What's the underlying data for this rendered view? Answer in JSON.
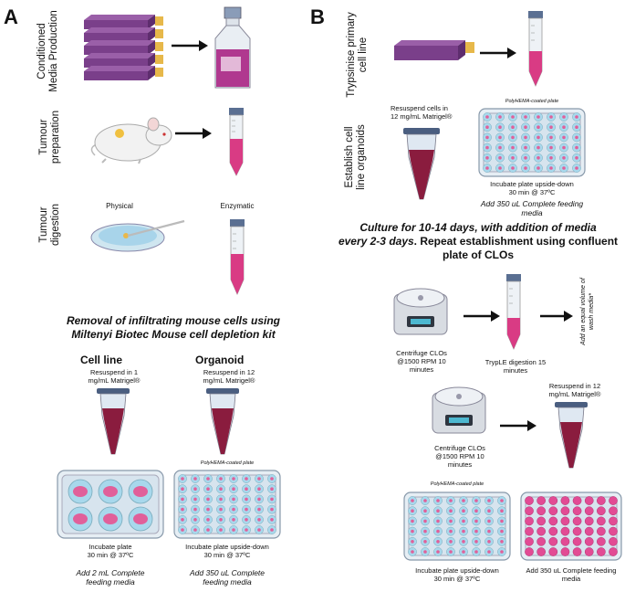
{
  "panelA": {
    "letter": "A",
    "rows": {
      "conditioned": "Conditioned\nMedia Production",
      "tumour_prep": "Tumour\npreparation",
      "tumour_digest": "Tumour\ndigestion"
    },
    "digest_methods": {
      "physical": "Physical",
      "enzymatic": "Enzymatic"
    },
    "removal_title": "Removal of infiltrating mouse cells using\nMiltenyi Biotec Mouse cell depletion kit",
    "cell_line": {
      "heading": "Cell line",
      "resuspend": "Resuspend in 1\nmg/mL Matrigel®",
      "incubate": "Incubate plate\n30 min @ 37ºC",
      "add": "Add 2 mL Complete\nfeeding media"
    },
    "organoid": {
      "heading": "Organoid",
      "resuspend": "Resuspend in 12\nmg/mL Matrigel®",
      "plate_label": "PolyHEMA-coated plate",
      "incubate": "Incubate plate upside-down\n30 min @ 37ºC",
      "add": "Add 350 uL Complete\nfeeding media"
    }
  },
  "panelB": {
    "letter": "B",
    "rows": {
      "trypsinise": "Trypsinise primary\ncell line",
      "establish": "Establish cell\nline organoids"
    },
    "resuspend": "Resuspend cells in\n12 mg/mL Matrigel®",
    "plate_label": "PolyHEMA-coated plate",
    "incubate": "Incubate plate upside-down\n30 min @ 37ºC",
    "add": "Add 350 uL Complete feeding\nmedia",
    "culture_note": "Culture for 10-14 days, with addition of media\nevery 2-3 days",
    "culture_note_rest": ". Repeat  establishment using\nconfluent plate of CLOs",
    "centrifuge1": "Centrifuge CLOs\n@1500 RPM 10\nminutes",
    "tryple": "TrypLE digestion 15\nminutes",
    "wash_note": "Add an equal volume of\nwash media*",
    "centrifuge2": "Centrifuge CLOs\n@1500 RPM 10\nminutes",
    "resuspend2": "Resuspend in 12\nmg/mL Matrigel®",
    "plate_label2": "PolyHEMA-coated plate",
    "incubate2": "Incubate plate upside-down\n30 min @ 37ºC",
    "add2": "Add 350 uL Complete feeding\nmedia"
  }
}
